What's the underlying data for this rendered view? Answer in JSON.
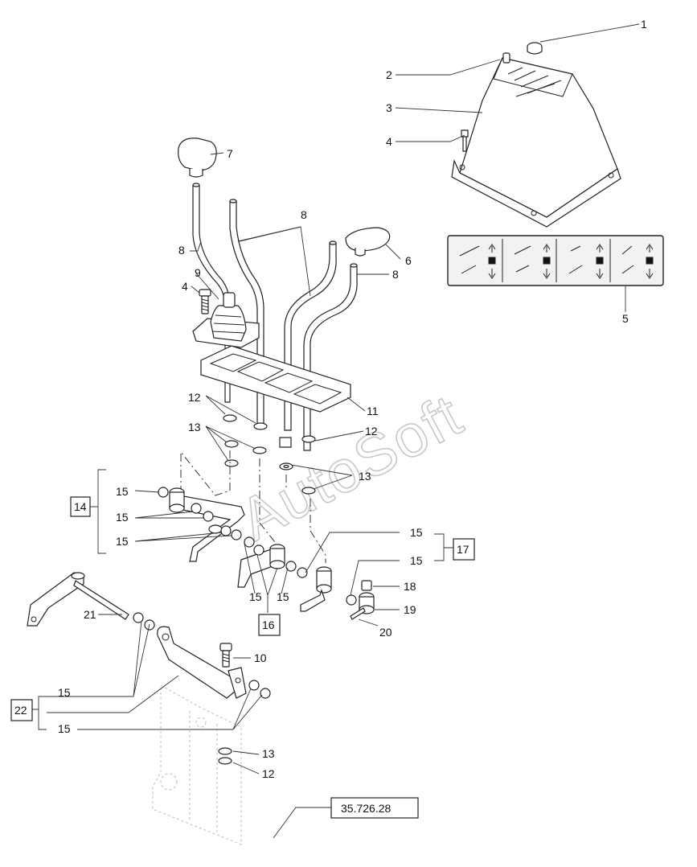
{
  "watermark": "AutoSoft",
  "reference_box": "35.726.28",
  "callouts": {
    "c1": "1",
    "c2": "2",
    "c3": "3",
    "c4a": "4",
    "c4b": "4",
    "c5": "5",
    "c6": "6",
    "c7": "7",
    "c8a": "8",
    "c8b": "8",
    "c8c": "8",
    "c9": "9",
    "c10": "10",
    "c11": "11",
    "c12a": "12",
    "c12b": "12",
    "c12c": "12",
    "c13a": "13",
    "c13b": "13",
    "c13c": "13",
    "c15a": "15",
    "c15b": "15",
    "c15c": "15",
    "c15d": "15",
    "c15e": "15",
    "c15f": "15",
    "c15g": "15",
    "c15h": "15",
    "c15i": "15",
    "c18": "18",
    "c19": "19",
    "c20": "20",
    "c21": "21"
  },
  "group_boxes": {
    "g14": "14",
    "g16": "16",
    "g17": "17",
    "g22": "22"
  }
}
